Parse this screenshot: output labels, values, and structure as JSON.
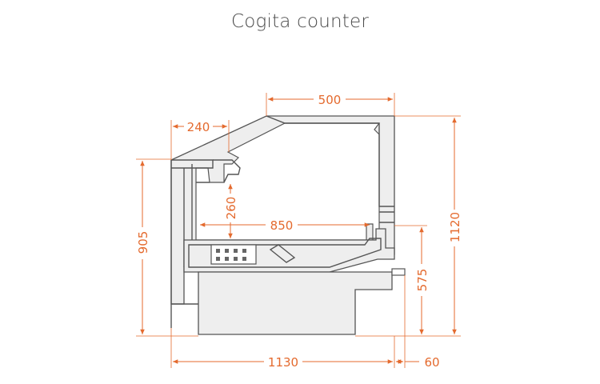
{
  "title": "Cogita counter",
  "dimensions": {
    "top_width": "500",
    "top_left": "240",
    "shelf_height": "260",
    "inner_width": "850",
    "left_height": "905",
    "total_height": "1120",
    "base_height": "575",
    "total_width": "1130",
    "overhang": "60"
  },
  "colors": {
    "dimension": "#e46a2e",
    "outline": "#555555",
    "fill": "#eeeeee"
  }
}
